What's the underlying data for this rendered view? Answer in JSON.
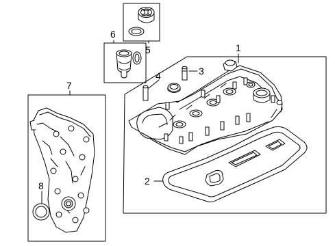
{
  "diagram": {
    "callouts": {
      "c1": "1",
      "c2": "2",
      "c3": "3",
      "c4": "4",
      "c5": "5",
      "c6": "6",
      "c7": "7",
      "c8": "8"
    },
    "parts": [
      "valve-cover-assembly",
      "valve-cover-gasket",
      "ventilation-valve",
      "rubber-grommet",
      "oil-filler-cap",
      "pcv-valve",
      "timing-cover",
      "front-crankshaft-seal"
    ],
    "colors": {
      "line": "#000000",
      "fill": "#ffffff",
      "shade": "#d9d9d9"
    }
  }
}
